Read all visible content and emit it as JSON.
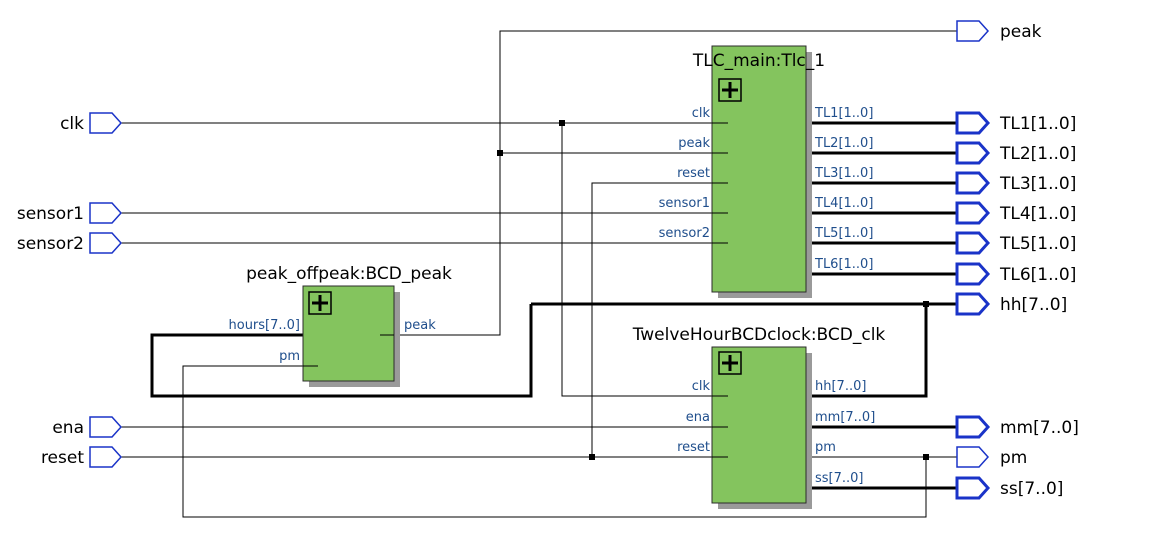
{
  "inputs": {
    "clk": "clk",
    "sensor1": "sensor1",
    "sensor2": "sensor2",
    "ena": "ena",
    "reset": "reset"
  },
  "outputs": {
    "peak": "peak",
    "tl1": "TL1[1..0]",
    "tl2": "TL2[1..0]",
    "tl3": "TL3[1..0]",
    "tl4": "TL4[1..0]",
    "tl5": "TL5[1..0]",
    "tl6": "TL6[1..0]",
    "hh": "hh[7..0]",
    "mm": "mm[7..0]",
    "pm": "pm",
    "ss": "ss[7..0]"
  },
  "blocks": {
    "tlc": {
      "title": "TLC_main:Tlc_1",
      "inputs": [
        "clk",
        "peak",
        "reset",
        "sensor1",
        "sensor2"
      ],
      "outputs": [
        "TL1[1..0]",
        "TL2[1..0]",
        "TL3[1..0]",
        "TL4[1..0]",
        "TL5[1..0]",
        "TL6[1..0]"
      ]
    },
    "bcd_peak": {
      "title": "peak_offpeak:BCD_peak",
      "inputs": [
        "hours[7..0]",
        "pm"
      ],
      "outputs": [
        "peak"
      ]
    },
    "bcd_clk": {
      "title": "TwelveHourBCDclock:BCD_clk",
      "inputs": [
        "clk",
        "ena",
        "reset"
      ],
      "outputs": [
        "hh[7..0]",
        "mm[7..0]",
        "pm",
        "ss[7..0]"
      ]
    }
  },
  "colors": {
    "block_fill": "#84c45e",
    "block_border": "#2b2b2b",
    "block_shadow": "#9a9a9a",
    "port_stroke": "#1a33c8",
    "pin_text": "#1f4e8c",
    "wire": "#000000"
  }
}
